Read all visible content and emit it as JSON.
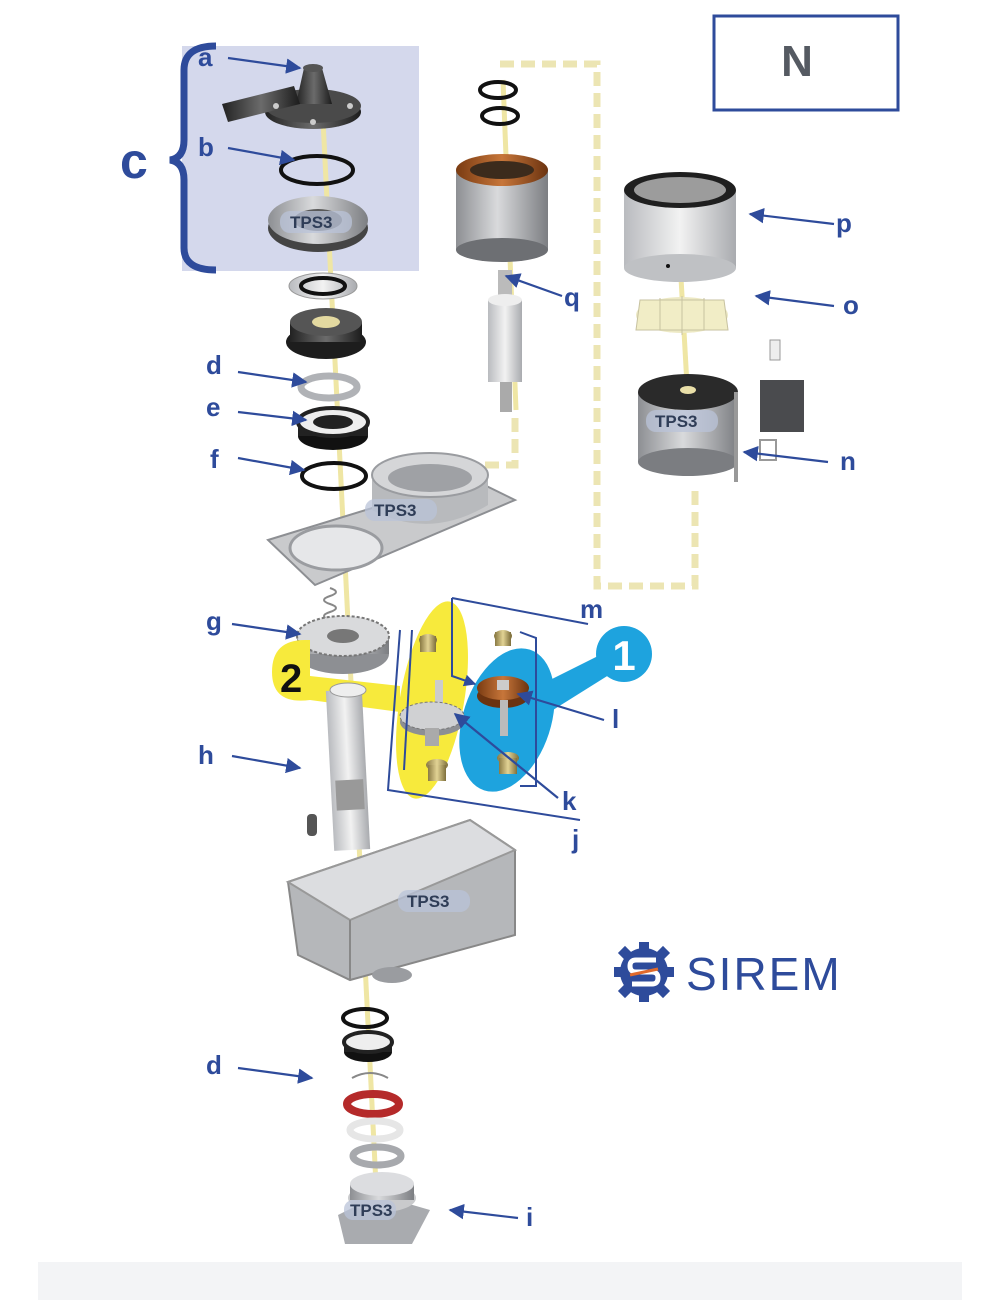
{
  "diagram": {
    "view_label": "N",
    "group_label": "c",
    "part_labels": {
      "a": "a",
      "b": "b",
      "d_top": "d",
      "e": "e",
      "f": "f",
      "g": "g",
      "h": "h",
      "d_bottom": "d",
      "i": "i",
      "j": "j",
      "k": "k",
      "l": "l",
      "m": "m",
      "n": "n",
      "o": "o",
      "p": "p",
      "q": "q"
    },
    "stage_badges": {
      "one": "1",
      "two": "2"
    },
    "watermark_text": "TPS3",
    "brand": {
      "name": "SIREM",
      "color": "#2e4b9b",
      "accent": "#e06a2c"
    },
    "colors": {
      "label": "#2e4b9b",
      "highlight_box": "#d4d8ec",
      "yellow_badge": "#f7ea3c",
      "blue_badge": "#1ea3de",
      "shaft": "#efe6a4",
      "dashed_path": "#ece5b3"
    }
  }
}
